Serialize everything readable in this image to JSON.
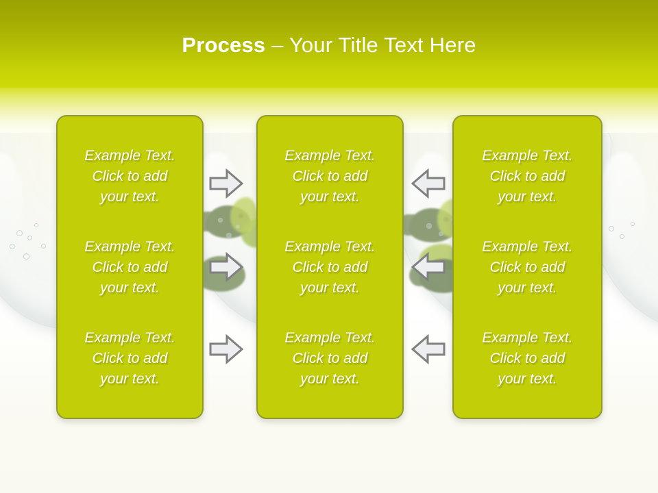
{
  "header": {
    "title_bold": "Process",
    "title_rest": " – Your Title Text Here",
    "band_color_top": "#9aa203",
    "band_color_bottom": "#cfdb07"
  },
  "panels": [
    {
      "name": "panel-left",
      "color": "#c2cf08",
      "border_color": "#8f9a2c",
      "blocks": [
        "Example Text.\nClick  to add\nyour text.",
        "Example Text.\nClick  to add\nyour text.",
        "Example Text.\nClick  to add\nyour text."
      ]
    },
    {
      "name": "panel-center",
      "color": "#c2cf08",
      "border_color": "#8f9a2c",
      "blocks": [
        "Example Text.\nClick  to add\nyour text.",
        "Example Text.\nClick  to add\nyour text.",
        "Example Text.\nClick  to add\nyour text."
      ]
    },
    {
      "name": "panel-right",
      "color": "#c2cf08",
      "border_color": "#8f9a2c",
      "blocks": [
        "Example Text.\nClick  to add\nyour text.",
        "Example Text.\nClick  to add\nyour text.",
        "Example Text.\nClick  to add\nyour text."
      ]
    }
  ],
  "arrows": {
    "left_group_direction": "right",
    "right_group_direction": "left",
    "fill_color": "#edeef0",
    "stroke_color": "#808080",
    "count_per_group": 3
  },
  "background": {
    "description": "glass fish bowls with fish and green leaves",
    "base_color": "#fcfcf3"
  }
}
